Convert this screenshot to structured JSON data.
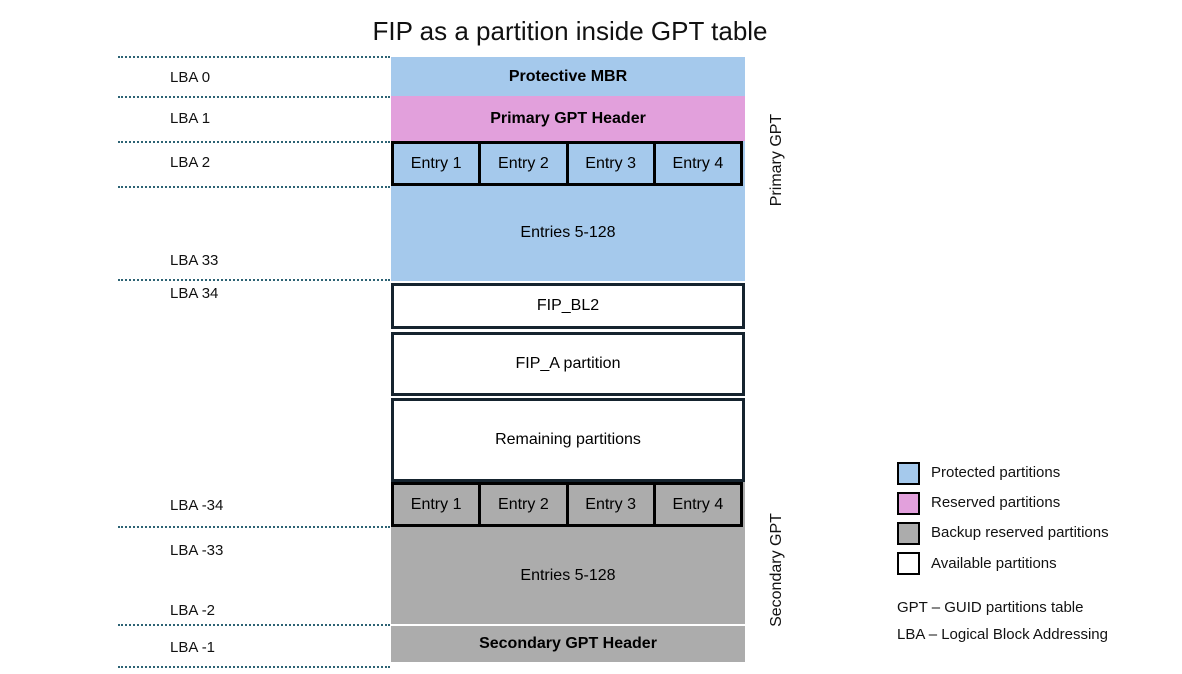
{
  "title": "FIP as a partition inside GPT table",
  "colors": {
    "protected": "#A5C9EC",
    "reserved": "#E2A0DC",
    "backup": "#ACACAC",
    "available": "#FFFFFF",
    "dotted_line": "#2D6374",
    "dark_border": "#15232E"
  },
  "lba_labels": [
    "LBA 0",
    "LBA 1",
    "LBA 2",
    "LBA 33",
    "LBA 34",
    "LBA -34",
    "LBA -33",
    "LBA -2",
    "LBA -1"
  ],
  "blocks": {
    "protective_mbr": "Protective MBR",
    "primary_gpt_header": "Primary GPT Header",
    "entries_5_128_primary": "Entries 5-128",
    "fip_bl2": "FIP_BL2",
    "fip_a": "FIP_A partition",
    "remaining": "Remaining partitions",
    "entries_5_128_secondary": "Entries 5-128",
    "secondary_gpt_header": "Secondary GPT Header"
  },
  "entries": [
    "Entry 1",
    "Entry 2",
    "Entry 3",
    "Entry 4"
  ],
  "side_labels": {
    "primary": "Primary GPT",
    "secondary": "Secondary GPT"
  },
  "legend": {
    "items": [
      {
        "label": "Protected partitions",
        "color": "#A5C9EC"
      },
      {
        "label": "Reserved partitions",
        "color": "#E2A0DC"
      },
      {
        "label": "Backup reserved partitions",
        "color": "#ACACAC"
      },
      {
        "label": "Available partitions",
        "color": "#FFFFFF"
      }
    ]
  },
  "abbreviations": [
    "GPT – GUID partitions table",
    "LBA – Logical Block Addressing"
  ]
}
